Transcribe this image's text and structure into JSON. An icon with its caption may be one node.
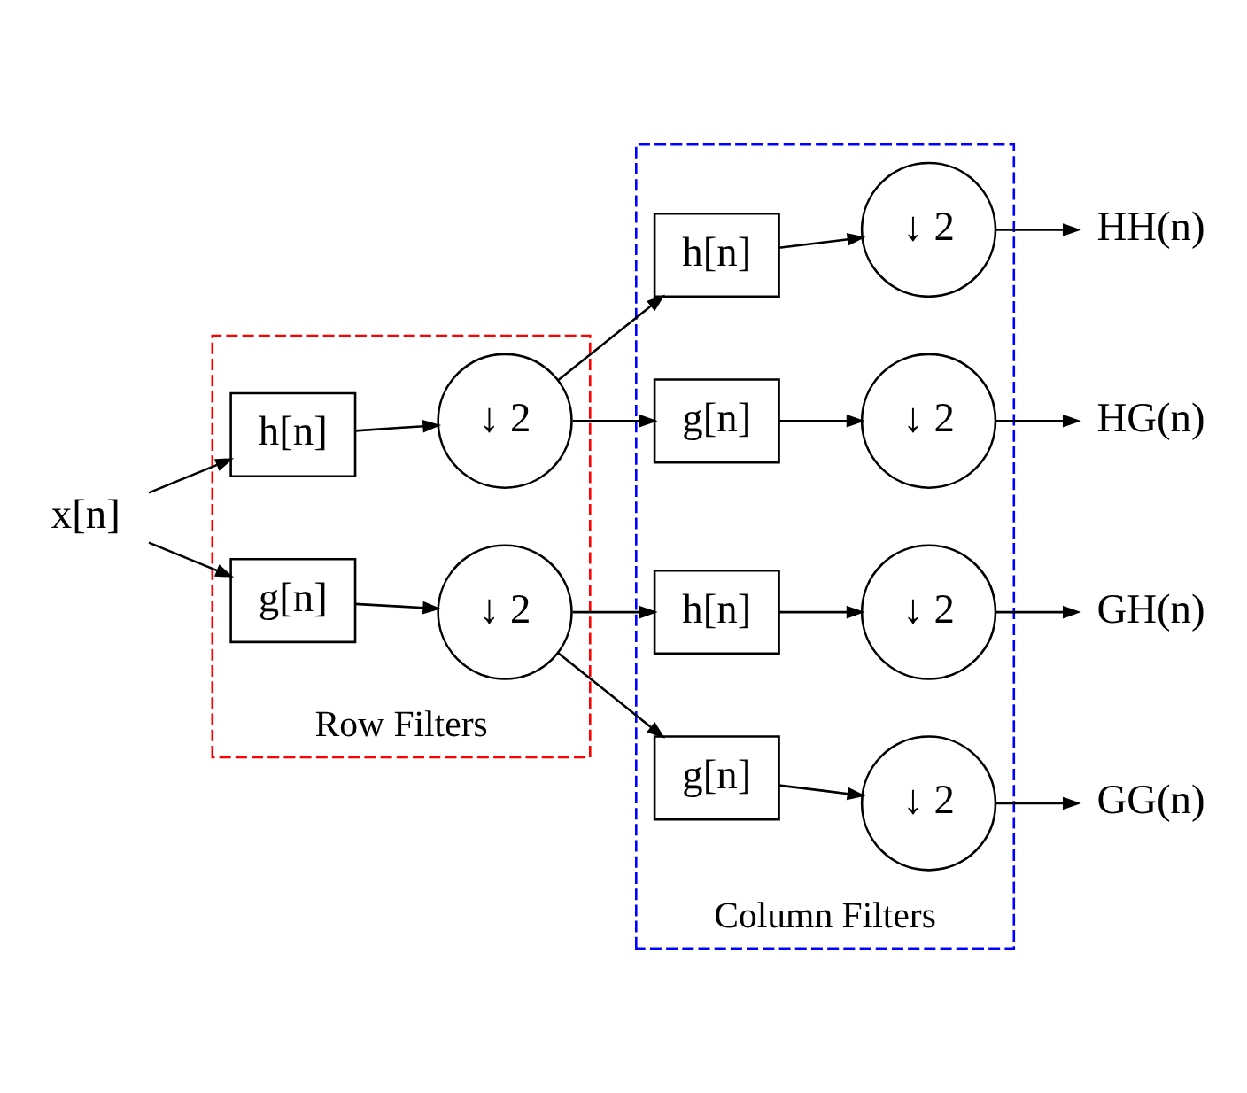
{
  "diagram": {
    "nodes": [
      {
        "text": [
          "x[n]"
        ]
      },
      {
        "text": [
          "Row Filters"
        ]
      },
      {
        "text": [
          "h[n]"
        ],
        "in": 1
      },
      {
        "text": [
          "↓ 2"
        ],
        "in": 1
      },
      {
        "text": [
          "g[n]"
        ],
        "in": 1
      },
      {
        "text": [
          "↓ 2"
        ],
        "in": 1
      },
      {
        "text": [
          "Column Filters"
        ]
      },
      {
        "text": [
          "h[n]"
        ],
        "in": 6
      },
      {
        "text": [
          "↓ 2"
        ],
        "in": 6
      },
      {
        "text": [
          "g[n]"
        ],
        "in": 6
      },
      {
        "text": [
          "↓ 2"
        ],
        "in": 6
      },
      {
        "text": [
          "h[n]"
        ],
        "in": 6
      },
      {
        "text": [
          "↓ 2"
        ],
        "in": 6
      },
      {
        "text": [
          "g[n]"
        ],
        "in": 6
      },
      {
        "text": [
          "↓ 2"
        ],
        "in": 6
      },
      {
        "text": [
          "HH(n)"
        ]
      },
      {
        "text": [
          "HG(n)"
        ]
      },
      {
        "text": [
          "GH(n)"
        ]
      },
      {
        "text": [
          "GG(n)"
        ]
      }
    ],
    "edges": [
      {
        "from": 0,
        "to": 2,
        "arrow": "to"
      },
      {
        "from": 0,
        "to": 4,
        "arrow": "to"
      },
      {
        "from": 2,
        "to": 3,
        "arrow": "to"
      },
      {
        "from": 4,
        "to": 5,
        "arrow": "to"
      },
      {
        "from": 3,
        "to": 7,
        "arrow": "to"
      },
      {
        "from": 3,
        "to": 9,
        "arrow": "to"
      },
      {
        "from": 5,
        "to": 11,
        "arrow": "to"
      },
      {
        "from": 5,
        "to": 13,
        "arrow": "to"
      },
      {
        "from": 7,
        "to": 8,
        "arrow": "to"
      },
      {
        "from": 9,
        "to": 10,
        "arrow": "to"
      },
      {
        "from": 11,
        "to": 12,
        "arrow": "to"
      },
      {
        "from": 13,
        "to": 14,
        "arrow": "to"
      },
      {
        "from": 8,
        "to": 15,
        "arrow": "to"
      },
      {
        "from": 10,
        "to": 16,
        "arrow": "to"
      },
      {
        "from": 12,
        "to": 17,
        "arrow": "to"
      },
      {
        "from": 14,
        "to": 18,
        "arrow": "to"
      }
    ]
  }
}
